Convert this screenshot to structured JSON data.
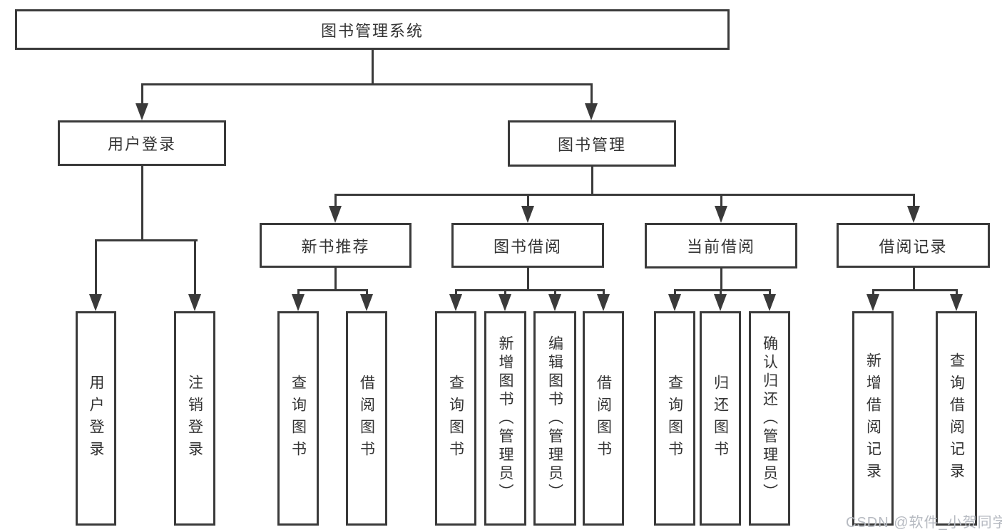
{
  "tree": {
    "root": {
      "label": "图书管理系统",
      "children": [
        {
          "label": "用户登录",
          "children": [
            {
              "label": "用户登录"
            },
            {
              "label": "注销登录"
            }
          ]
        },
        {
          "label": "图书管理",
          "children": [
            {
              "label": "新书推荐",
              "children": [
                {
                  "label": "查询图书"
                },
                {
                  "label": "借阅图书"
                }
              ]
            },
            {
              "label": "图书借阅",
              "children": [
                {
                  "label": "查询图书"
                },
                {
                  "label": "新增图书（管理员）"
                },
                {
                  "label": "编辑图书（管理员）"
                },
                {
                  "label": "借阅图书"
                }
              ]
            },
            {
              "label": "当前借阅",
              "children": [
                {
                  "label": "查询图书"
                },
                {
                  "label": "归还图书"
                },
                {
                  "label": "确认归还（管理员）"
                }
              ]
            },
            {
              "label": "借阅记录",
              "children": [
                {
                  "label": "新增借阅记录"
                },
                {
                  "label": "查询借阅记录"
                }
              ]
            }
          ]
        }
      ]
    }
  },
  "watermark": {
    "text": "CSDN @软件_小贺同学"
  },
  "colors": {
    "line": "#3a3a3a",
    "text": "#333333",
    "background": "#ffffff",
    "watermark": "#b6bac1"
  }
}
